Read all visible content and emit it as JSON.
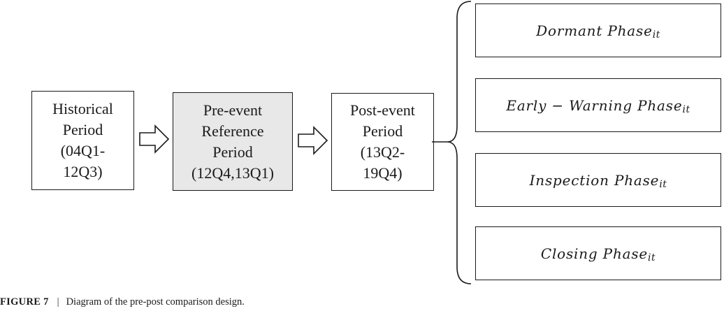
{
  "diagram": {
    "periods": [
      {
        "lines": [
          "Historical",
          "Period",
          "(04Q1-",
          "12Q3)"
        ],
        "fill": "#ffffff"
      },
      {
        "lines": [
          "Pre-event",
          "Reference",
          "Period",
          "(12Q4,13Q1)"
        ],
        "fill": "#e8e8e8"
      },
      {
        "lines": [
          "Post-event",
          "Period",
          "(13Q2-",
          "19Q4)"
        ],
        "fill": "#ffffff"
      }
    ],
    "phases": [
      {
        "name": "Dormant Phase",
        "subscript": "it"
      },
      {
        "name": "Early − Warning Phase",
        "subscript": "it"
      },
      {
        "name": "Inspection Phase",
        "subscript": "it"
      },
      {
        "name": "Closing Phase",
        "subscript": "it"
      }
    ]
  },
  "caption": {
    "label": "FIGURE 7",
    "separator": "|",
    "text": "Diagram of the pre-post comparison design."
  }
}
